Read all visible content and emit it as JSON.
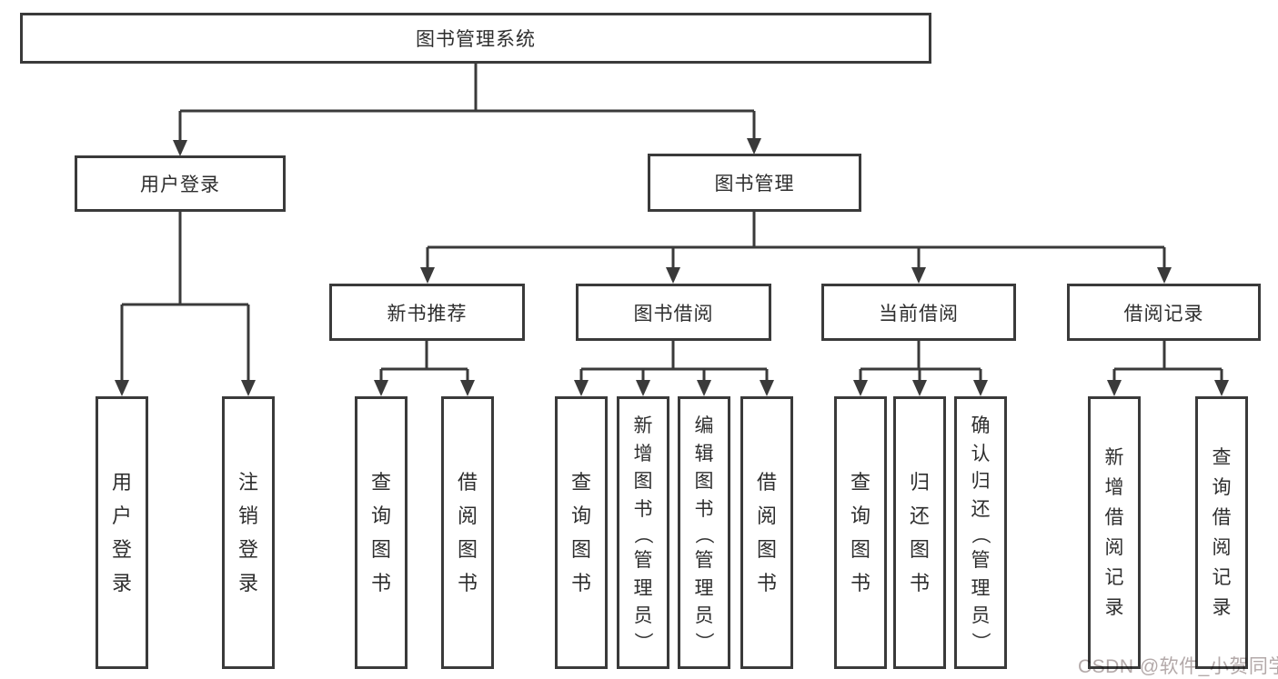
{
  "diagram": {
    "root": {
      "label": "图书管理系统"
    },
    "level2": [
      {
        "label": "用户登录"
      },
      {
        "label": "图书管理"
      }
    ],
    "level3": [
      {
        "label": "新书推荐"
      },
      {
        "label": "图书借阅"
      },
      {
        "label": "当前借阅"
      },
      {
        "label": "借阅记录"
      }
    ],
    "leaves": [
      {
        "parent": "用户登录",
        "label": "用户登录"
      },
      {
        "parent": "用户登录",
        "label": "注销登录"
      },
      {
        "parent": "新书推荐",
        "label": "查询图书"
      },
      {
        "parent": "新书推荐",
        "label": "借阅图书"
      },
      {
        "parent": "图书借阅",
        "label": "查询图书"
      },
      {
        "parent": "图书借阅",
        "label": "新增图书（管理员）"
      },
      {
        "parent": "图书借阅",
        "label": "编辑图书（管理员）"
      },
      {
        "parent": "图书借阅",
        "label": "借阅图书"
      },
      {
        "parent": "当前借阅",
        "label": "查询图书"
      },
      {
        "parent": "当前借阅",
        "label": "归还图书"
      },
      {
        "parent": "当前借阅",
        "label": "确认归还（管理员）"
      },
      {
        "parent": "借阅记录",
        "label": "新增借阅记录"
      },
      {
        "parent": "借阅记录",
        "label": "查询借阅记录"
      }
    ]
  },
  "watermark": {
    "text": "CSDN @软件_小贺同学"
  },
  "colors": {
    "line": "#3a3a3a",
    "text": "#2e2e2e",
    "watermark": "#b3a9a9",
    "background": "#ffffff"
  }
}
